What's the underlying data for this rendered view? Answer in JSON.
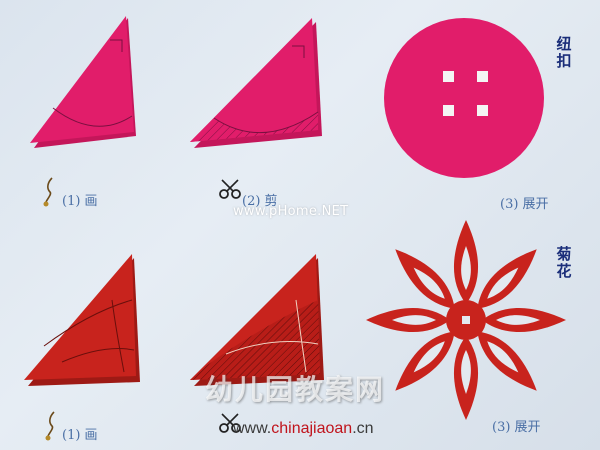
{
  "colors": {
    "pink": "#e11d6a",
    "red": "#c8231d",
    "label_blue": "#4a6fa5",
    "title_navy": "#1b2e7a"
  },
  "row1": {
    "step1": {
      "icon": "pencil-icon",
      "label": "(1) 画"
    },
    "step2": {
      "icon": "scissors-icon",
      "label": "(2) 剪"
    },
    "step3": {
      "label": "(3) 展开"
    },
    "title": "纽扣"
  },
  "row2": {
    "step1": {
      "icon": "pencil-icon",
      "label": "(1) 画"
    },
    "step2": {
      "icon": "scissors-icon"
    },
    "step3": {
      "label": "(3) 展开"
    },
    "title": "菊花"
  },
  "watermarks": {
    "phome": "www.pHome.NET",
    "kindergarten": "幼儿园教案网",
    "site_prefix": "www.",
    "site_highlight": "chinajiaoan",
    "site_suffix": ".cn"
  }
}
